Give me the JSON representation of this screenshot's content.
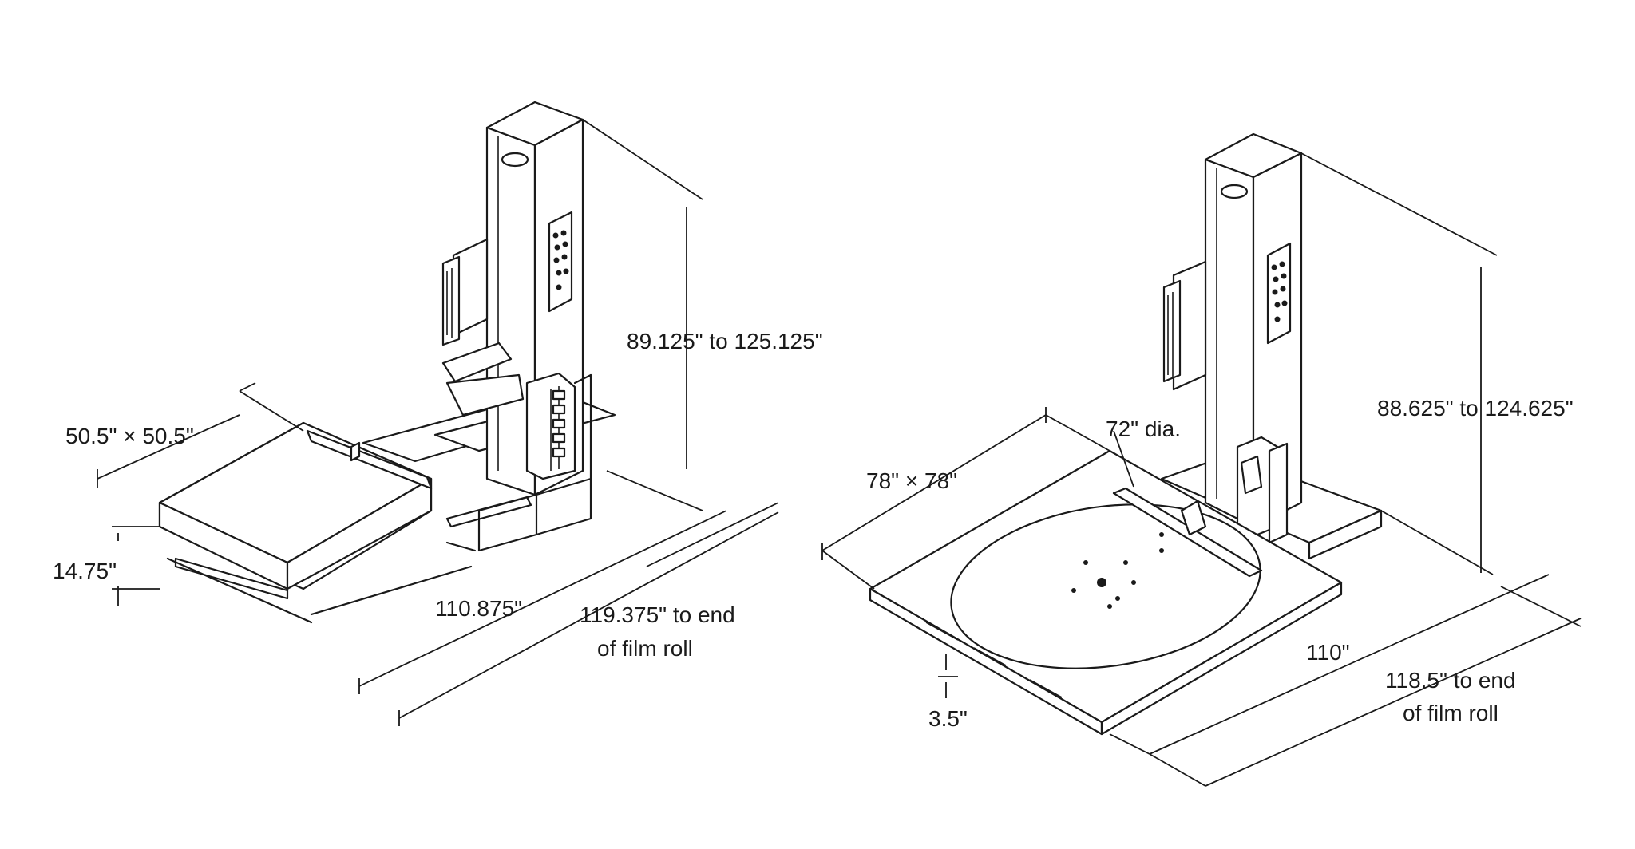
{
  "left_machine": {
    "platform_dim": "50.5\" × 50.5\"",
    "platform_height": "14.75\"",
    "mast_height": "89.125\" to 125.125\"",
    "base_length": "110.875\"",
    "overall_length_line1": "119.375\" to end",
    "overall_length_line2": "of film roll"
  },
  "right_machine": {
    "platform_dim": "78\" × 78\"",
    "turntable_dia": "72\" dia.",
    "platform_height": "3.5\"",
    "mast_height": "88.625\" to 124.625\"",
    "base_length": "110\"",
    "overall_length_line1": "118.5\" to end",
    "overall_length_line2": "of film roll"
  },
  "colors": {
    "ink": "#1a1a1a",
    "paper": "#ffffff"
  }
}
